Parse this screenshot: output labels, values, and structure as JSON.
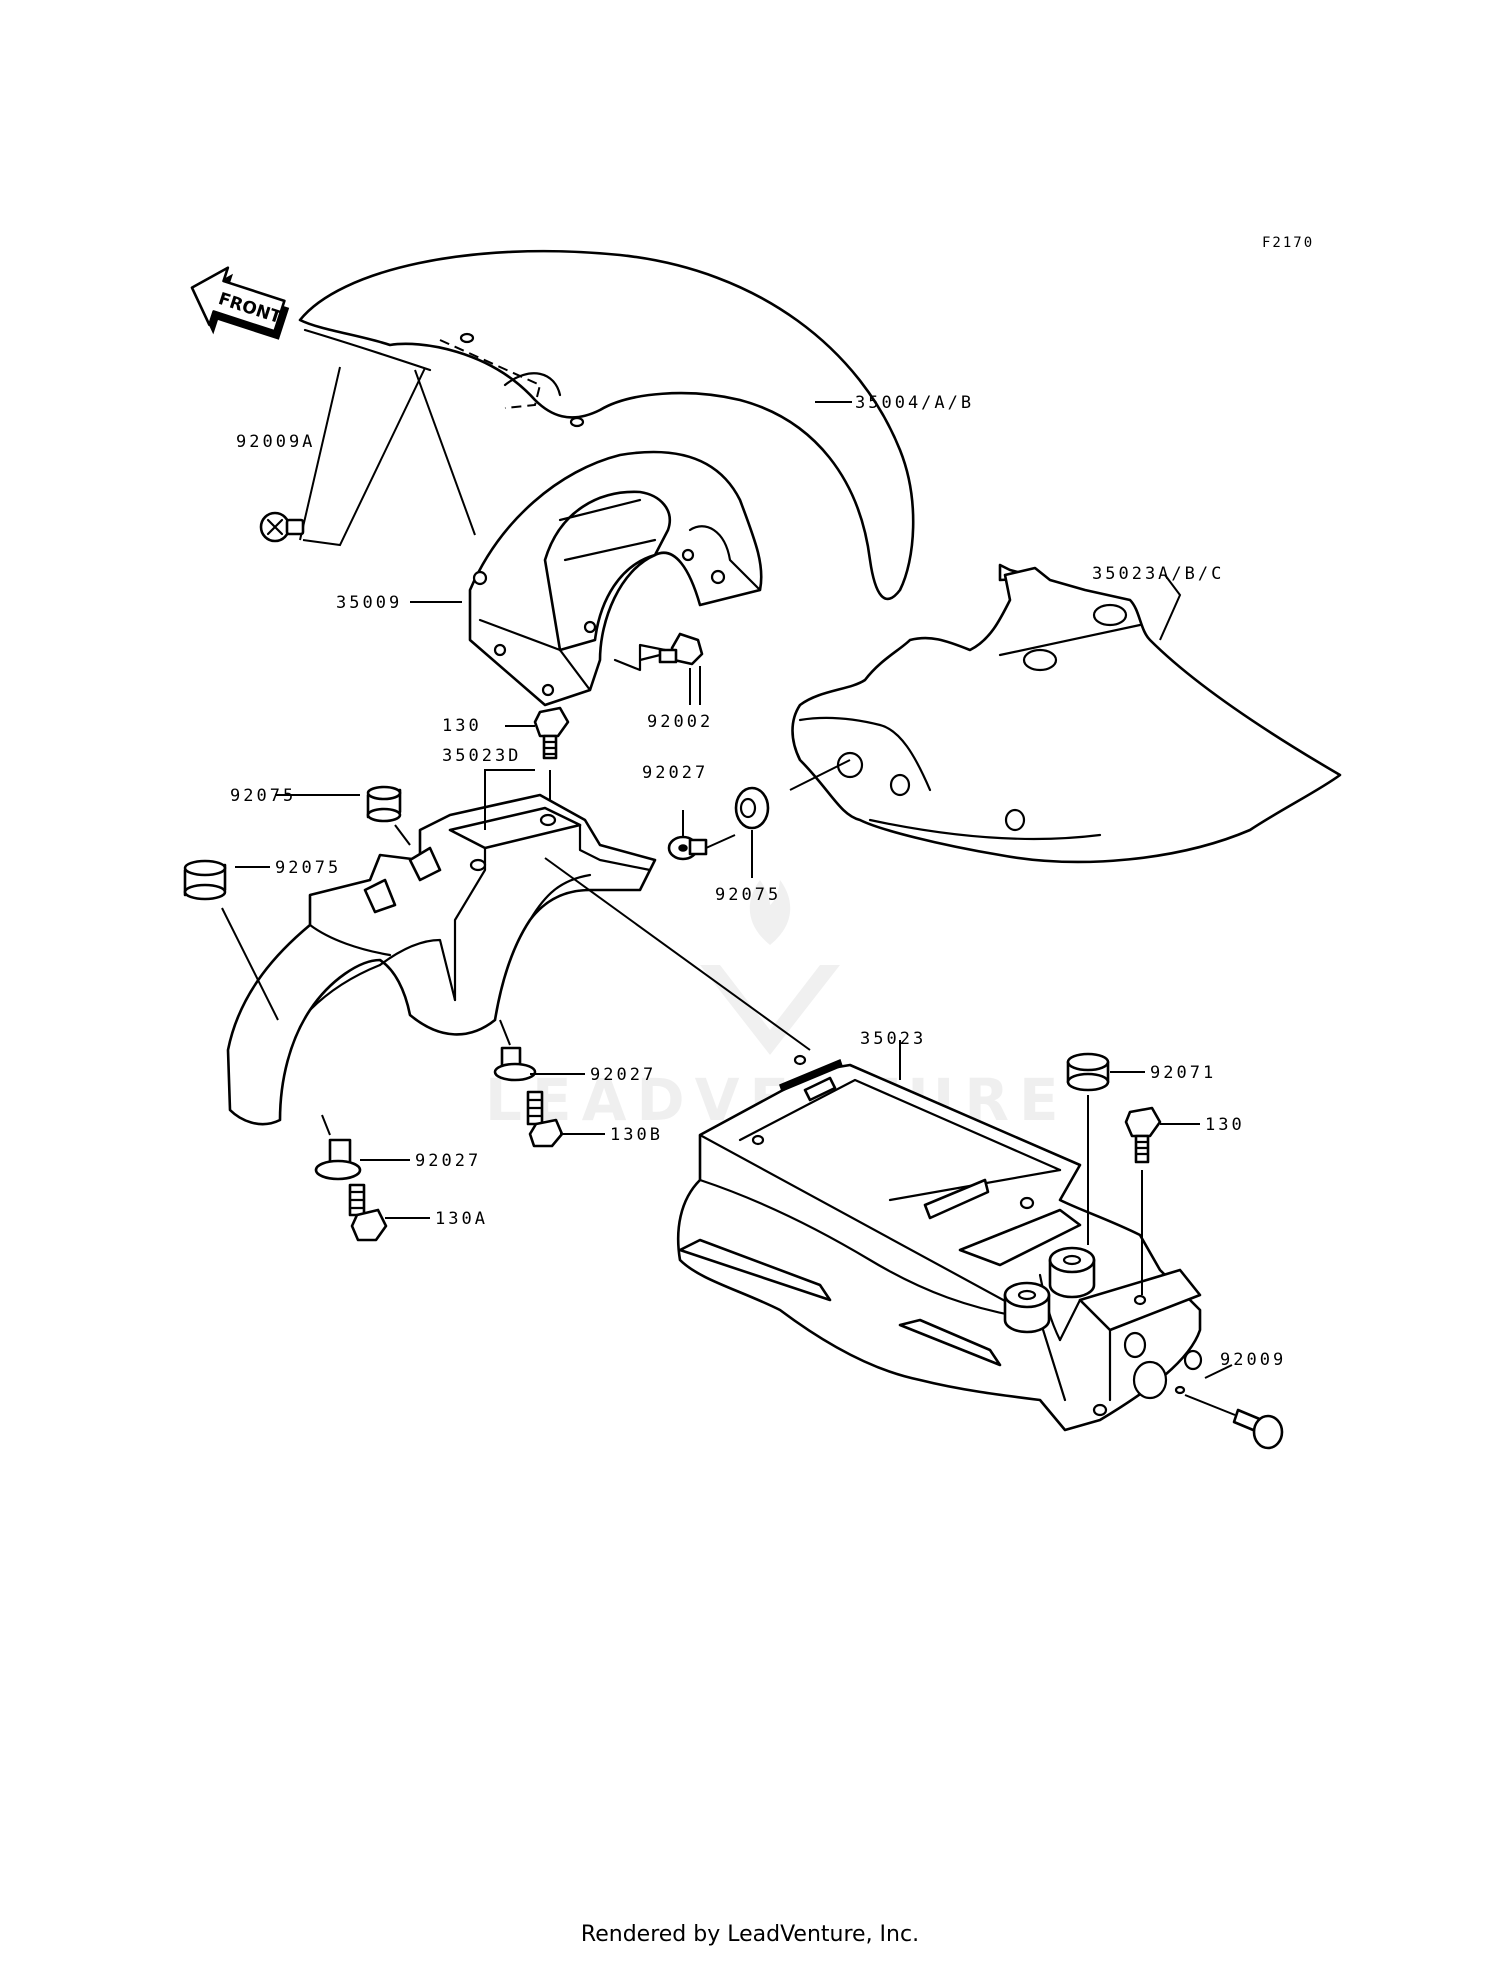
{
  "figure_id": "F2170",
  "front_label": "FRONT",
  "watermark": "LEADVENTURE",
  "footer": "Rendered by LeadVenture, Inc.",
  "callouts": {
    "front_fender": "35004/A/B",
    "screw_92009A": "92009A",
    "front_bracket": "35009",
    "bolt_92002": "92002",
    "rear_fender_upper": "35023A/B/C",
    "bolt_130_top": "130",
    "inner_fender": "35023D",
    "grommet_92075_a": "92075",
    "grommet_92075_b": "92075",
    "collar_92027_top": "92027",
    "grommet_92075_c": "92075",
    "collar_92027_mid": "92027",
    "bolt_130B": "130B",
    "collar_92027_low": "92027",
    "bolt_130A": "130A",
    "rear_fender": "35023",
    "grommet_92071": "92071",
    "bolt_130_right": "130",
    "screw_92009": "92009"
  }
}
